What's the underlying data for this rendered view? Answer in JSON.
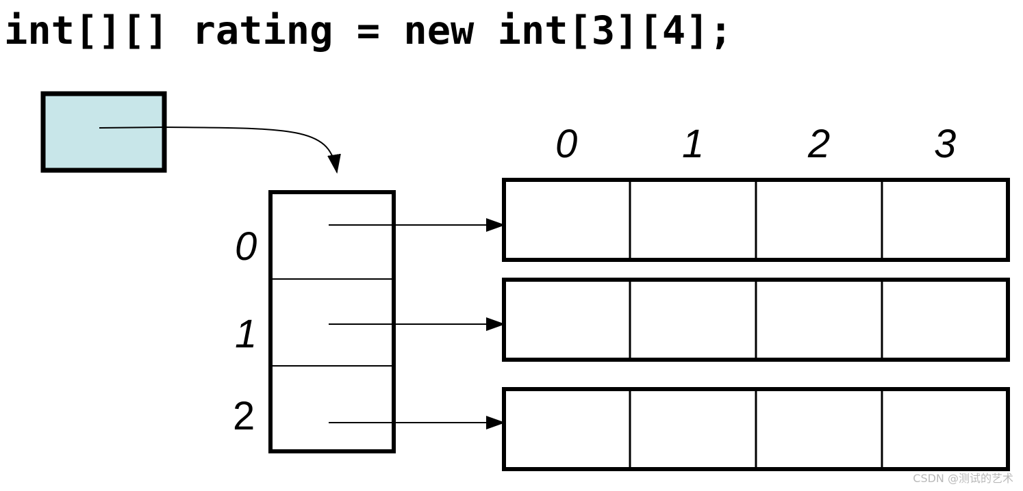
{
  "code": "int[][] rating = new int[3][4];",
  "row_indices": [
    "0",
    "1",
    "2"
  ],
  "column_indices": [
    "0",
    "1",
    "2",
    "3"
  ],
  "watermark": "CSDN @测试的艺术",
  "colors": {
    "reference_box_fill": "#c8e6e9",
    "stroke": "#000000"
  },
  "structure": {
    "rows": 3,
    "columns": 4
  }
}
